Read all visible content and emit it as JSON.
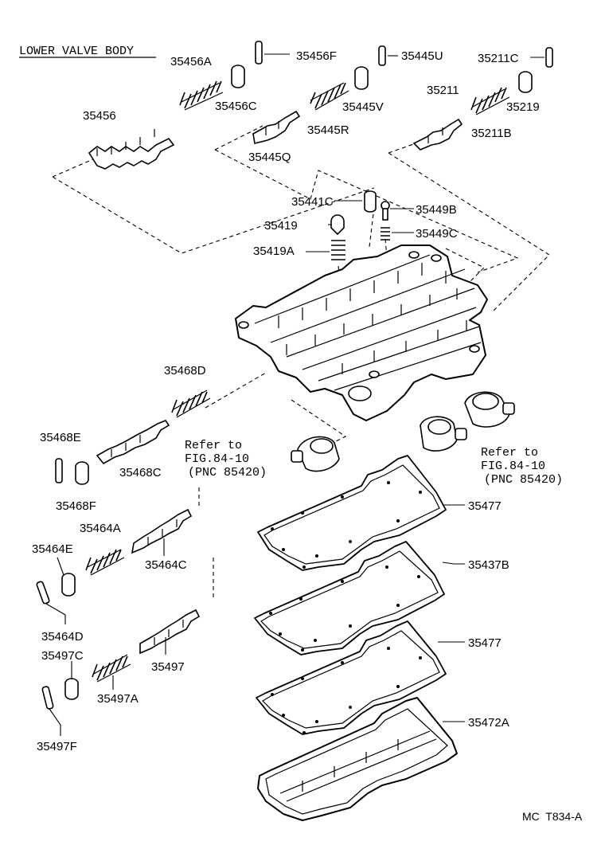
{
  "title": "LOWER VALVE BODY",
  "footer_code": "MC  T834-A",
  "parts": {
    "p35456A": "35456A",
    "p35456F": "35456F",
    "p35445U": "35445U",
    "p35211C": "35211C",
    "p35456": "35456",
    "p35456C": "35456C",
    "p35445V": "35445V",
    "p35211": "35211",
    "p35219": "35219",
    "p35445R": "35445R",
    "p35211B": "35211B",
    "p35445Q": "35445Q",
    "p35441C": "35441C",
    "p35449B": "35449B",
    "p35419": "35419",
    "p35449C": "35449C",
    "p35419A": "35419A",
    "p35468D": "35468D",
    "p35468E": "35468E",
    "p35468C": "35468C",
    "p35468F": "35468F",
    "p35464A": "35464A",
    "p35464E": "35464E",
    "p35464C": "35464C",
    "p35464D": "35464D",
    "p35497C": "35497C",
    "p35497": "35497",
    "p35497A": "35497A",
    "p35497F": "35497F",
    "p35477a": "35477",
    "p35437B": "35437B",
    "p35477b": "35477",
    "p35472A": "35472A"
  },
  "refs": {
    "left": {
      "line1": "Refer to",
      "line2": "FIG.84-10",
      "line3": "(PNC 85420)"
    },
    "right": {
      "line1": "Refer to",
      "line2": "FIG.84-10",
      "line3": "(PNC 85420)"
    }
  }
}
